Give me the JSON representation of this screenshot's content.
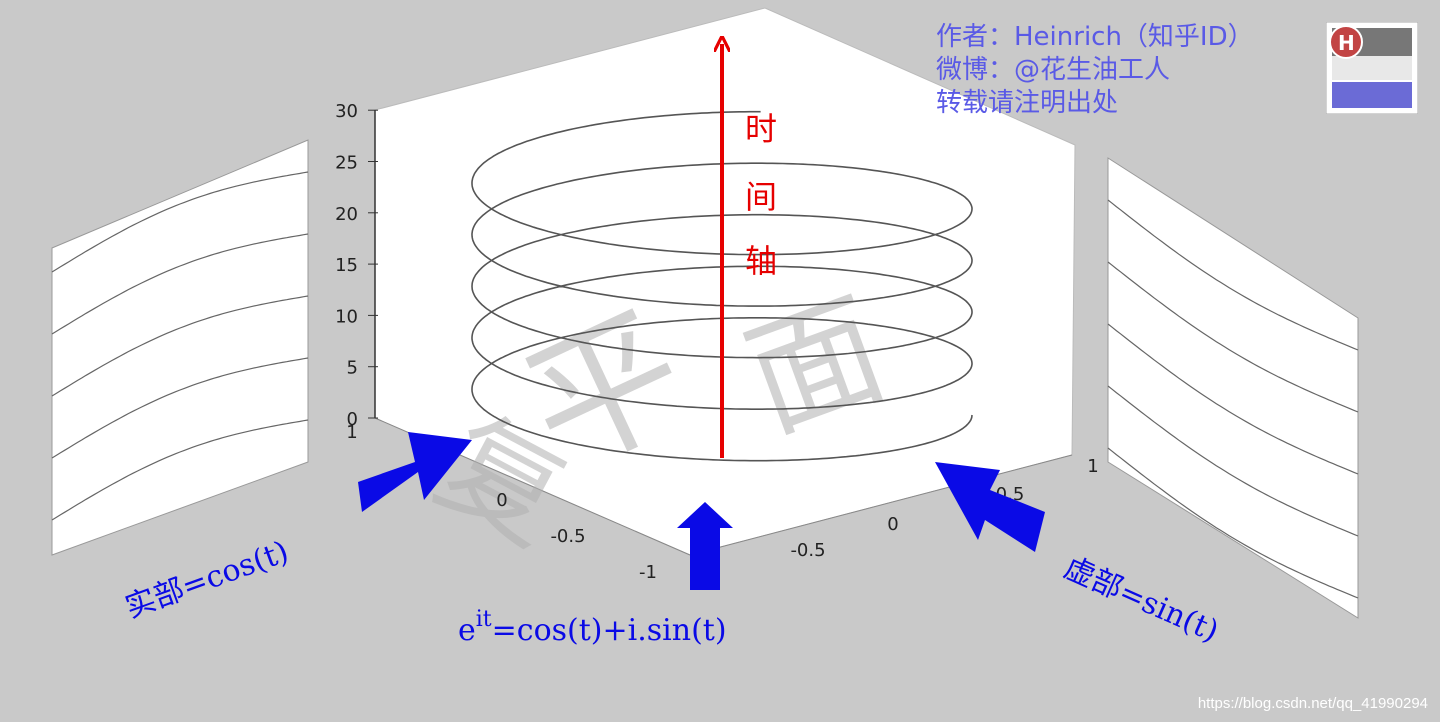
{
  "credits": {
    "line1": "作者：Heinrich（知乎ID）",
    "line2": "微博：@花生油工人",
    "line3": "转载请注明出处"
  },
  "watermark": "https://blog.csdn.net/qq_41990294",
  "labels": {
    "time_axis": [
      "时",
      "间",
      "轴"
    ],
    "real_part": "实部=cos(t)",
    "imag_part": "虚部=sin(t)",
    "euler_base": "e",
    "euler_exp": "it",
    "euler_rest": "=cos(t)+i.sin(t)",
    "background_glyphs": "复平面"
  },
  "axes": {
    "z_ticks": [
      "0",
      "5",
      "10",
      "15",
      "20",
      "25",
      "30"
    ],
    "x_ticks": [
      "1",
      "0",
      "-0.5",
      "-1"
    ],
    "y_ticks": [
      "1",
      "0.5",
      "0",
      "-0.5"
    ]
  },
  "colors": {
    "accent_blue": "#0a0ae6",
    "time_red": "#e60000",
    "credit_blue": "#5a5ae6",
    "helix_gray": "#555555"
  }
}
